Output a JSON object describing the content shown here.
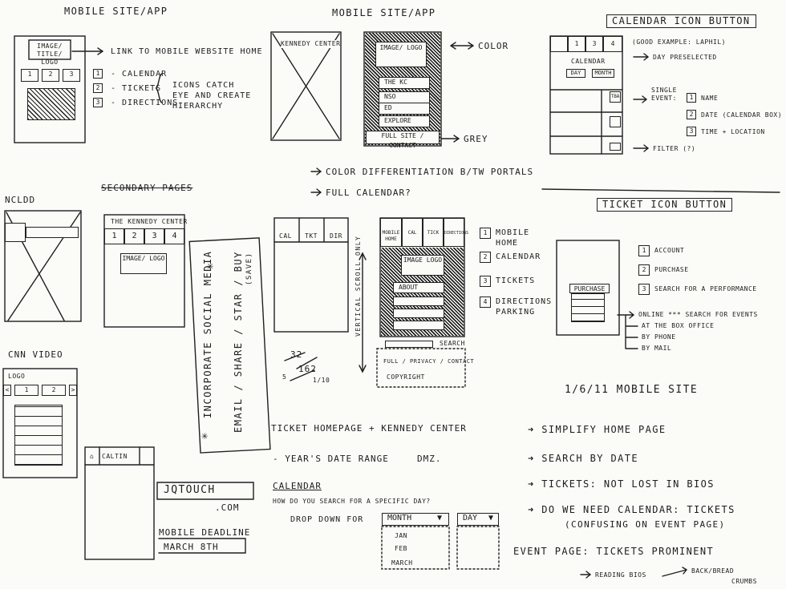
{
  "col1": {
    "title": "MOBILE SITE/APP",
    "logo": "IMAGE/ TITLE/ LOGO",
    "link_note": "LINK TO MOBILE WEBSITE HOME",
    "tabs": [
      "1",
      "2",
      "3"
    ],
    "legend": [
      {
        "num": "1",
        "label": "- CALENDAR"
      },
      {
        "num": "2",
        "label": "- TICKETS"
      },
      {
        "num": "3",
        "label": "- DIRECTIONS"
      }
    ],
    "icons_note": "ICONS CATCH EYE AND CREATE HIERARCHY"
  },
  "col2": {
    "title": "MOBILE SITE/APP",
    "kennedy_label": "KENNEDY CENTER",
    "image_logo": "IMAGE/ LOGO",
    "menu": [
      "THE KC",
      "NSO",
      "ED",
      "EXPLORE"
    ],
    "footer": "FULL SITE / CONTACT",
    "color_note": "COLOR",
    "grey_note": "GREY",
    "color_diff": "COLOR DIFFERENTIATION B/TW PORTALS",
    "full_calendar": "FULL CALENDAR?"
  },
  "cal_icon": {
    "heading": "CALENDAR ICON BUTTON",
    "tabs": [
      "1",
      "3",
      "4"
    ],
    "good_example": "(GOOD EXAMPLE: LAPHIL)",
    "label": "CALENDAR",
    "day_btn": "DAY",
    "month_btn": "MONTH",
    "day_preselected": "DAY PRESELECTED",
    "single_event": "SINGLE EVENT:",
    "items": [
      {
        "num": "1",
        "label": "NAME"
      },
      {
        "num": "2",
        "label": "DATE (CALENDAR BOX)"
      },
      {
        "num": "3",
        "label": "TIME + LOCATION"
      }
    ],
    "filter": "FILTER (?)",
    "tba": "TBA"
  },
  "left_mid": {
    "ncldd": "NCLDD",
    "secondary_pages": "SECONDARY PAGES",
    "kennedy_title": "THE KENNEDY CENTER",
    "tabs": [
      "1",
      "2",
      "3",
      "4"
    ],
    "image_logo": "IMAGE/ LOGO",
    "social": "INCORPORATE SOCIAL MEDIA",
    "email_share": "EMAIL / SHARE / STAR / BUY",
    "save": "(SAVE)"
  },
  "center_mid": {
    "tabs_a": [
      "CAL",
      "TKT",
      "DIR"
    ],
    "tabs_b": [
      "MOBILE HOME",
      "CAL",
      "TICK",
      "DIRECTIONS"
    ],
    "image_logo": "IMAGE LOGO",
    "about": "ABOUT",
    "search": "SEARCH",
    "footer": "FULL / PRIVACY / CONTACT",
    "copyright": "COPYRIGHT",
    "vertical_scroll": "VERTICAL SCROLL ONLY",
    "legend": [
      {
        "num": "1",
        "label": "MOBILE HOME"
      },
      {
        "num": "2",
        "label": "CALENDAR"
      },
      {
        "num": "3",
        "label": "TICKETS"
      },
      {
        "num": "4",
        "label": "DIRECTIONS PARKING"
      }
    ],
    "fraction": [
      "32",
      "162",
      "5",
      "1/10"
    ]
  },
  "ticket_icon": {
    "heading": "TICKET ICON BUTTON",
    "purchase": "PURCHASE",
    "items": [
      {
        "num": "1",
        "label": "ACCOUNT"
      },
      {
        "num": "2",
        "label": "PURCHASE"
      },
      {
        "num": "3",
        "label": "SEARCH FOR A PERFORMANCE"
      }
    ],
    "options": [
      "ONLINE *** SEARCH FOR EVENTS",
      "AT THE BOX OFFICE",
      "BY PHONE",
      "BY MAIL"
    ],
    "date_title": "1/6/11 MOBILE SITE"
  },
  "cnn": {
    "label": "CNN VIDEO",
    "logo": "LOGO",
    "tabs": [
      "1",
      "2"
    ]
  },
  "bottom": {
    "cal_tab": "CALTIN",
    "jqtouch": "JQTOUCH",
    "com": ".COM",
    "deadline": "MOBILE DEADLINE",
    "march": "MARCH 8TH",
    "ticket_home": "TICKET HOMEPAGE + KENNEDY CENTER",
    "years": "- YEAR'S DATE RANGE",
    "dmz": "DMZ.",
    "calendar": "CALENDAR",
    "question": "HOW DO YOU SEARCH FOR A SPECIFIC DAY?",
    "dropdown_for": "DROP DOWN FOR",
    "month": "MONTH",
    "day": "DAY",
    "months": [
      "JAN",
      "FEB",
      "MARCH"
    ]
  },
  "notes": [
    "SIMPLIFY HOME PAGE",
    "SEARCH BY DATE",
    "TICKETS: NOT LOST IN BIOS",
    "DO WE NEED CALENDAR: TICKETS",
    "(CONFUSING ON EVENT PAGE)"
  ],
  "event_page": "EVENT PAGE: TICKETS PROMINENT",
  "reading_bios": "READING BIOS",
  "back_bread": "BACK/BREAD",
  "crumbs": "CRUMBS"
}
